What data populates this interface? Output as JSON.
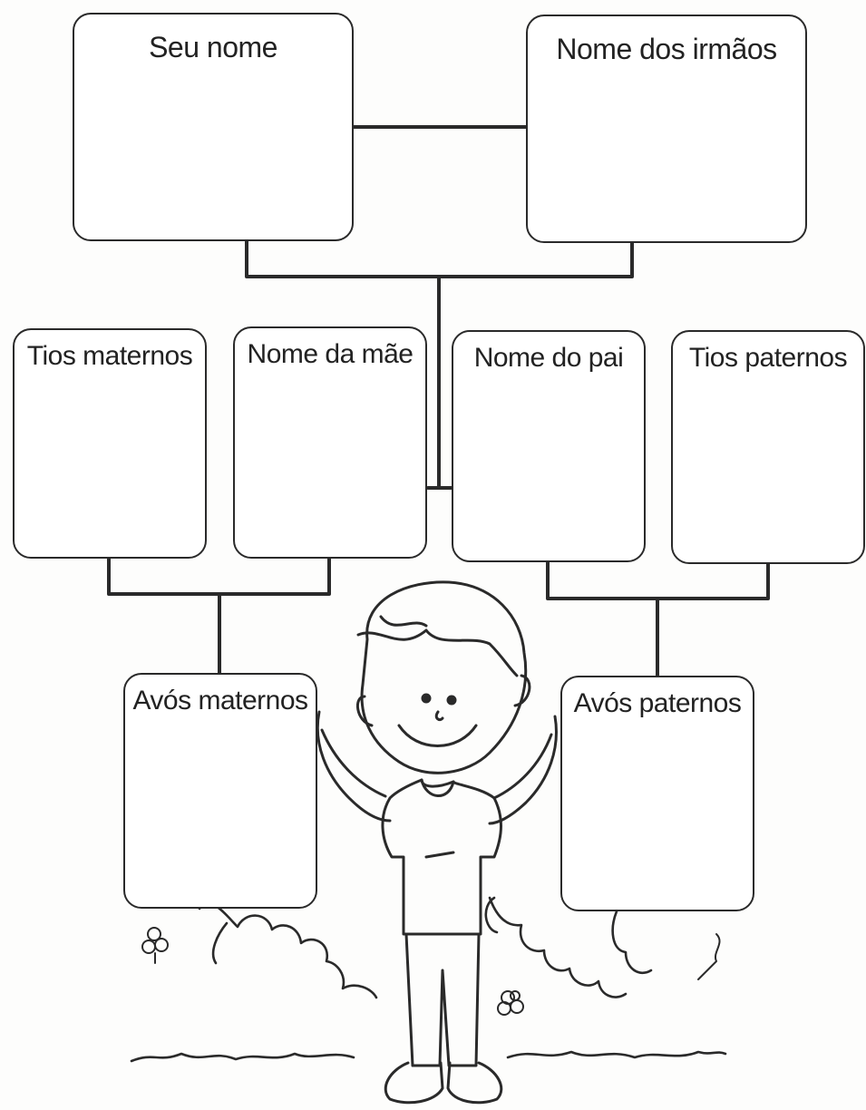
{
  "boxes": {
    "self": "Seu nome",
    "siblings": "Nome dos irmãos",
    "maternal_uncles": "Tios maternos",
    "mother": "Nome da mãe",
    "father": "Nome do pai",
    "paternal_uncles": "Tios paternos",
    "maternal_grandparents": "Avós maternos",
    "paternal_grandparents": "Avós paternos"
  },
  "colors": {
    "line": "#2a2a2a",
    "background": "#ffffff"
  },
  "illustration": {
    "figure": "boy-holding-boxes",
    "decorations": [
      "bush",
      "flower-icon",
      "grass"
    ]
  }
}
